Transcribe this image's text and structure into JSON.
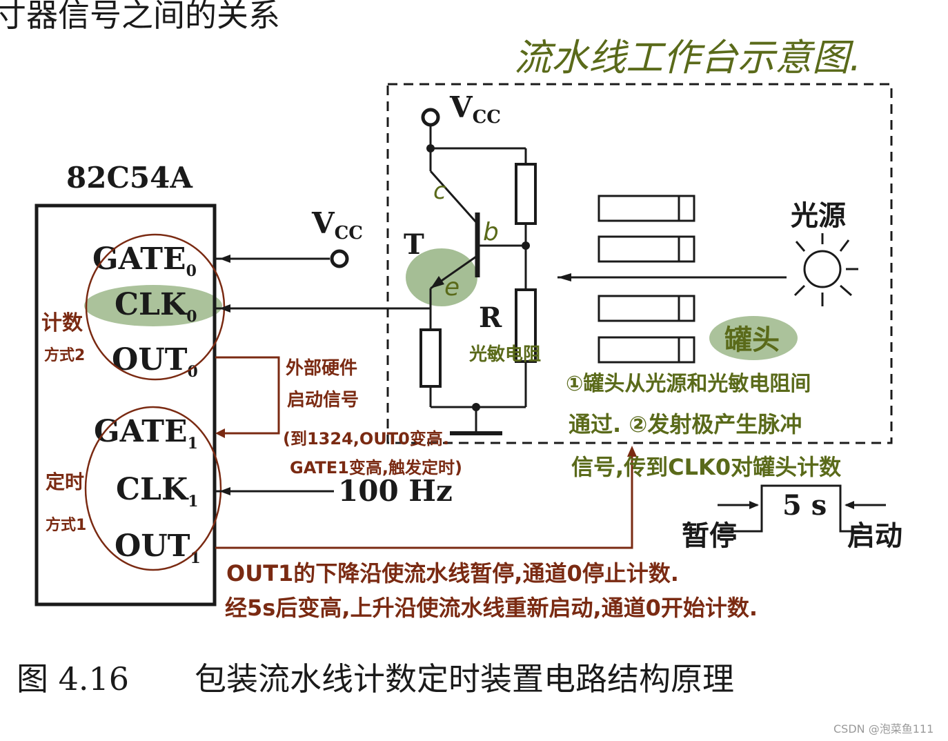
{
  "top_title": "寸器信号之间的关系",
  "hand_title": "流水线工作台示意图.",
  "chip": {
    "name": "82C54A",
    "pins": {
      "gate0": "GATE",
      "gate0_sub": "0",
      "clk0": "CLK",
      "clk0_sub": "0",
      "out0": "OUT",
      "out0_sub": "0",
      "gate1": "GATE",
      "gate1_sub": "1",
      "clk1": "CLK",
      "clk1_sub": "1",
      "out1": "OUT",
      "out1_sub": "1"
    }
  },
  "circuit": {
    "vcc_main": "V",
    "vcc_main_sub": "CC",
    "vcc_gate": "V",
    "vcc_gate_sub": "CC",
    "transistor_label": "T",
    "resistor_label": "R",
    "light_source": "光源",
    "freq": "100 Hz",
    "timing_value": "5 s",
    "pause": "暂停",
    "start": "启动"
  },
  "annotations": {
    "collector": "c",
    "base": "b",
    "emitter": "e",
    "photoresistor": "光敏电阻",
    "can": "罐头",
    "count_mode_line1": "计数",
    "count_mode_line2": "方式2",
    "timer_mode_line1": "定时",
    "timer_mode_line2": "方式1",
    "external_line1": "外部硬件",
    "external_line2": "启动信号",
    "external_line3": "(到1324,OUT0变高.",
    "external_line4": "GATE1变高,触发定时)",
    "green_line1": "①罐头从光源和光敏电阻间",
    "green_line2": "通过. ②发射极产生脉冲",
    "green_line3": "信号,传到CLK0对罐头计数",
    "bottom_line1": "OUT1的下降沿使流水线暂停,通道0停止计数.",
    "bottom_line2": "经5s后变高,上升沿使流水线重新启动,通道0开始计数."
  },
  "caption": {
    "figure_no": "图 4.16",
    "text": "包装流水线计数定时装置电路结构原理"
  },
  "watermark": "CSDN @泡菜鱼111",
  "colors": {
    "ink": "#1a1a1a",
    "annotation_brown": "#7a2a12",
    "annotation_green": "#5a6a1a",
    "highlight_green": "#8fae7a"
  }
}
